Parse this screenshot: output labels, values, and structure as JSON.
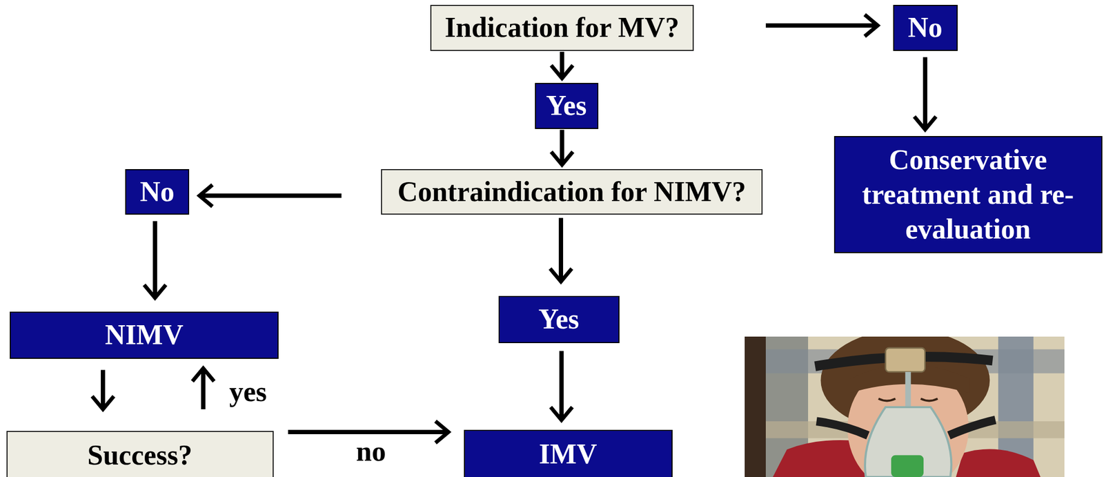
{
  "diagram": {
    "nodes": [
      {
        "text": [
          "Indication for MV?"
        ]
      },
      {
        "text": [
          "No"
        ]
      },
      {
        "text": [
          "Yes"
        ]
      },
      {
        "text": [
          "Conservative treatment and re-evaluation"
        ]
      },
      {
        "text": [
          "No"
        ]
      },
      {
        "text": [
          "Contraindication for NIMV?"
        ]
      },
      {
        "text": [
          "NIMV"
        ]
      },
      {
        "text": [
          "Yes"
        ]
      },
      {
        "text": [
          "Success?"
        ]
      },
      {
        "text": [
          "IMV"
        ]
      }
    ],
    "edges": [
      {
        "from": 0,
        "to": 1,
        "arrow": "to"
      },
      {
        "from": 0,
        "to": 2,
        "arrow": "to"
      },
      {
        "from": 1,
        "to": 3,
        "arrow": "to"
      },
      {
        "from": 2,
        "to": 5,
        "arrow": "to"
      },
      {
        "from": 5,
        "to": 4,
        "arrow": "to"
      },
      {
        "from": 5,
        "to": 7,
        "arrow": "to"
      },
      {
        "from": 4,
        "to": 6,
        "arrow": "to"
      },
      {
        "from": 7,
        "to": 9,
        "arrow": "to"
      },
      {
        "from": 6,
        "to": 8,
        "arrow": "to"
      },
      {
        "from": 8,
        "to": 6,
        "label": "yes",
        "arrow": "to"
      },
      {
        "from": 8,
        "to": 9,
        "label": "no",
        "arrow": "to"
      }
    ]
  }
}
